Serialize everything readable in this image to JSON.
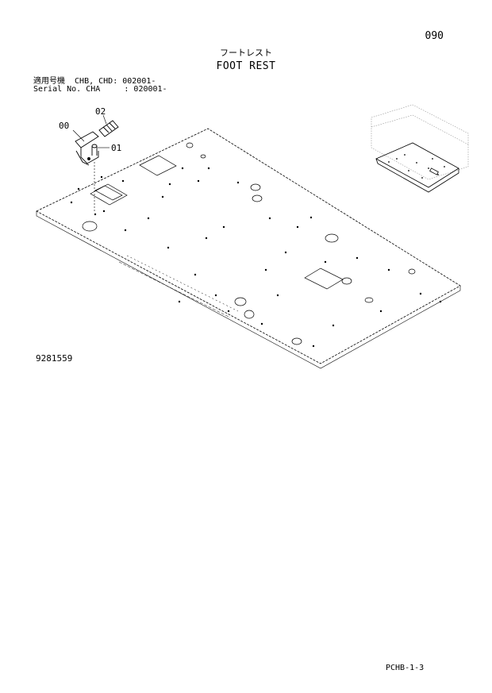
{
  "page_number": "090",
  "title_jp": "フートレスト",
  "title_en": "FOOT REST",
  "serial_info": {
    "line1": "適用号機  CHB, CHD: 002001-",
    "line2": "Serial No. CHA     : 020001-"
  },
  "callouts": {
    "part_00": "00",
    "part_01": "01",
    "part_02": "02"
  },
  "figure_number": "9281559",
  "footer_code": "PCHB-1-3"
}
